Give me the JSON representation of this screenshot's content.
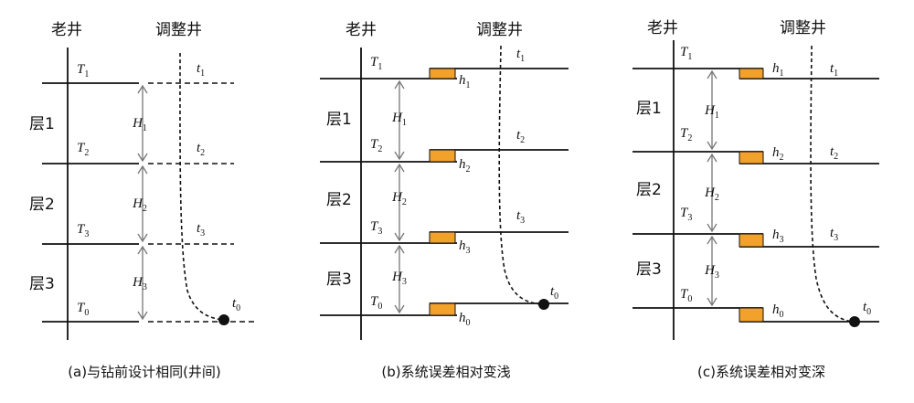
{
  "panels": [
    {
      "old_well": "老井",
      "adjust_well": "调整井",
      "layers": [
        "层1",
        "层2",
        "层3"
      ],
      "T": [
        {
          "b": "T",
          "s": "1"
        },
        {
          "b": "T",
          "s": "2"
        },
        {
          "b": "T",
          "s": "3"
        },
        {
          "b": "T",
          "s": "0"
        }
      ],
      "H": [
        {
          "b": "H",
          "s": "1"
        },
        {
          "b": "H",
          "s": "2"
        },
        {
          "b": "H",
          "s": "3"
        }
      ],
      "t": [
        {
          "b": "t",
          "s": "1"
        },
        {
          "b": "t",
          "s": "2"
        },
        {
          "b": "t",
          "s": "3"
        },
        {
          "b": "t",
          "s": "0"
        }
      ],
      "h": [],
      "caption": "(a)与钻前设计相同(井间)"
    },
    {
      "old_well": "老井",
      "adjust_well": "调整井",
      "layers": [
        "层1",
        "层2",
        "层3"
      ],
      "T": [
        {
          "b": "T",
          "s": "1"
        },
        {
          "b": "T",
          "s": "2"
        },
        {
          "b": "T",
          "s": "3"
        },
        {
          "b": "T",
          "s": "0"
        }
      ],
      "H": [
        {
          "b": "H",
          "s": "1"
        },
        {
          "b": "H",
          "s": "2"
        },
        {
          "b": "H",
          "s": "3"
        }
      ],
      "t": [
        {
          "b": "t",
          "s": "1"
        },
        {
          "b": "t",
          "s": "2"
        },
        {
          "b": "t",
          "s": "3"
        },
        {
          "b": "t",
          "s": "0"
        }
      ],
      "h": [
        {
          "b": "h",
          "s": "1"
        },
        {
          "b": "h",
          "s": "2"
        },
        {
          "b": "h",
          "s": "3"
        },
        {
          "b": "h",
          "s": "0"
        }
      ],
      "caption": "(b)系统误差相对变浅"
    },
    {
      "old_well": "老井",
      "adjust_well": "调整井",
      "layers": [
        "层1",
        "层2",
        "层3"
      ],
      "T": [
        {
          "b": "T",
          "s": "1"
        },
        {
          "b": "T",
          "s": "2"
        },
        {
          "b": "T",
          "s": "3"
        },
        {
          "b": "T",
          "s": "0"
        }
      ],
      "H": [
        {
          "b": "H",
          "s": "1"
        },
        {
          "b": "H",
          "s": "2"
        },
        {
          "b": "H",
          "s": "3"
        }
      ],
      "t": [
        {
          "b": "t",
          "s": "1"
        },
        {
          "b": "t",
          "s": "2"
        },
        {
          "b": "t",
          "s": "3"
        },
        {
          "b": "t",
          "s": "0"
        }
      ],
      "h": [
        {
          "b": "h",
          "s": "1"
        },
        {
          "b": "h",
          "s": "2"
        },
        {
          "b": "h",
          "s": "3"
        },
        {
          "b": "h",
          "s": "0"
        }
      ],
      "caption": "(c)系统误差相对变深"
    }
  ],
  "colors": {
    "pad": "#f2a12a",
    "line": "#111111",
    "arrow": "#777777"
  }
}
